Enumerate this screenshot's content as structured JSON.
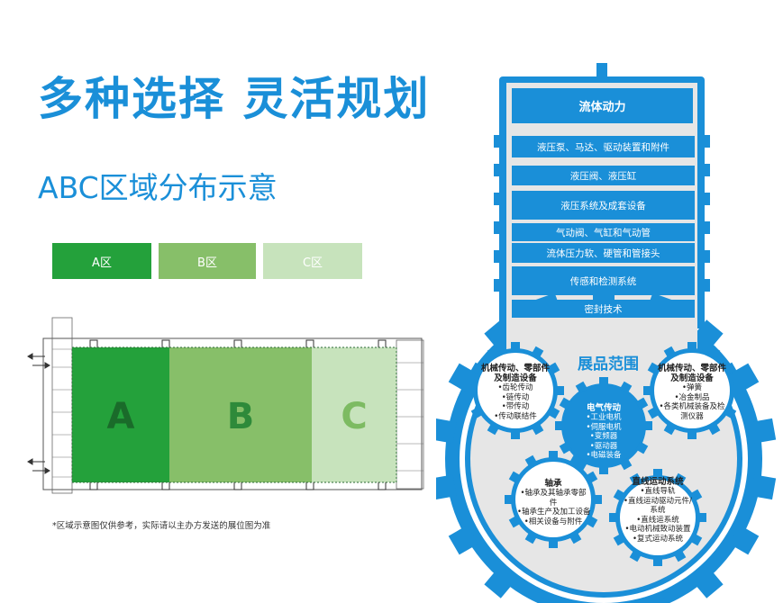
{
  "headline": "多种选择  灵活规划",
  "subheadline": "ABC区域分布示意",
  "zones": {
    "a_label": "A区",
    "b_label": "B区",
    "c_label": "C区",
    "colors": {
      "a": "#24a13b",
      "b": "#87bf69",
      "c": "#c7e3bc"
    }
  },
  "floorplan": {
    "letters": [
      "A",
      "B",
      "C"
    ]
  },
  "disclaimer": "*区域示意图仅供参考，实际请以主办方发送的展位图为准",
  "fluid_power": {
    "title": "流体动力",
    "items": [
      "液压泵、马达、驱动装置和附件",
      "液压阀、液压缸",
      "液压系统及成套设备",
      "气动阀、气缸和气动管",
      "流体压力软、硬管和管接头",
      "传感和检测系统",
      "密封技术"
    ]
  },
  "exhibit_range": {
    "title": "展品范围",
    "cogs": [
      {
        "title": "机械传动、零部件及制造设备",
        "items": [
          "•齿轮传动",
          "•链传动",
          "•带传动",
          "•传动联结件"
        ]
      },
      {
        "title": "机械传动、零部件及制造设备",
        "items": [
          "•弹簧",
          "•冶金制品",
          "•各类机械装备及检测仪器"
        ]
      },
      {
        "title": "电气传动",
        "items": [
          "•工业电机",
          "•伺服电机",
          "•变频器",
          "•驱动器",
          "•电磁装备"
        ]
      },
      {
        "title": "轴承",
        "items": [
          "•轴承及其轴承零部件",
          "•轴承生产及加工设备",
          "•相关设备与附件"
        ]
      },
      {
        "title": "直线运动系统",
        "items": [
          "•直线导轨",
          "•直线运动驱动元件/系统",
          "•直线运系统",
          "•电动机械致动装置",
          "•复式运动系统"
        ]
      }
    ]
  },
  "accent_color": "#1a8fd8"
}
